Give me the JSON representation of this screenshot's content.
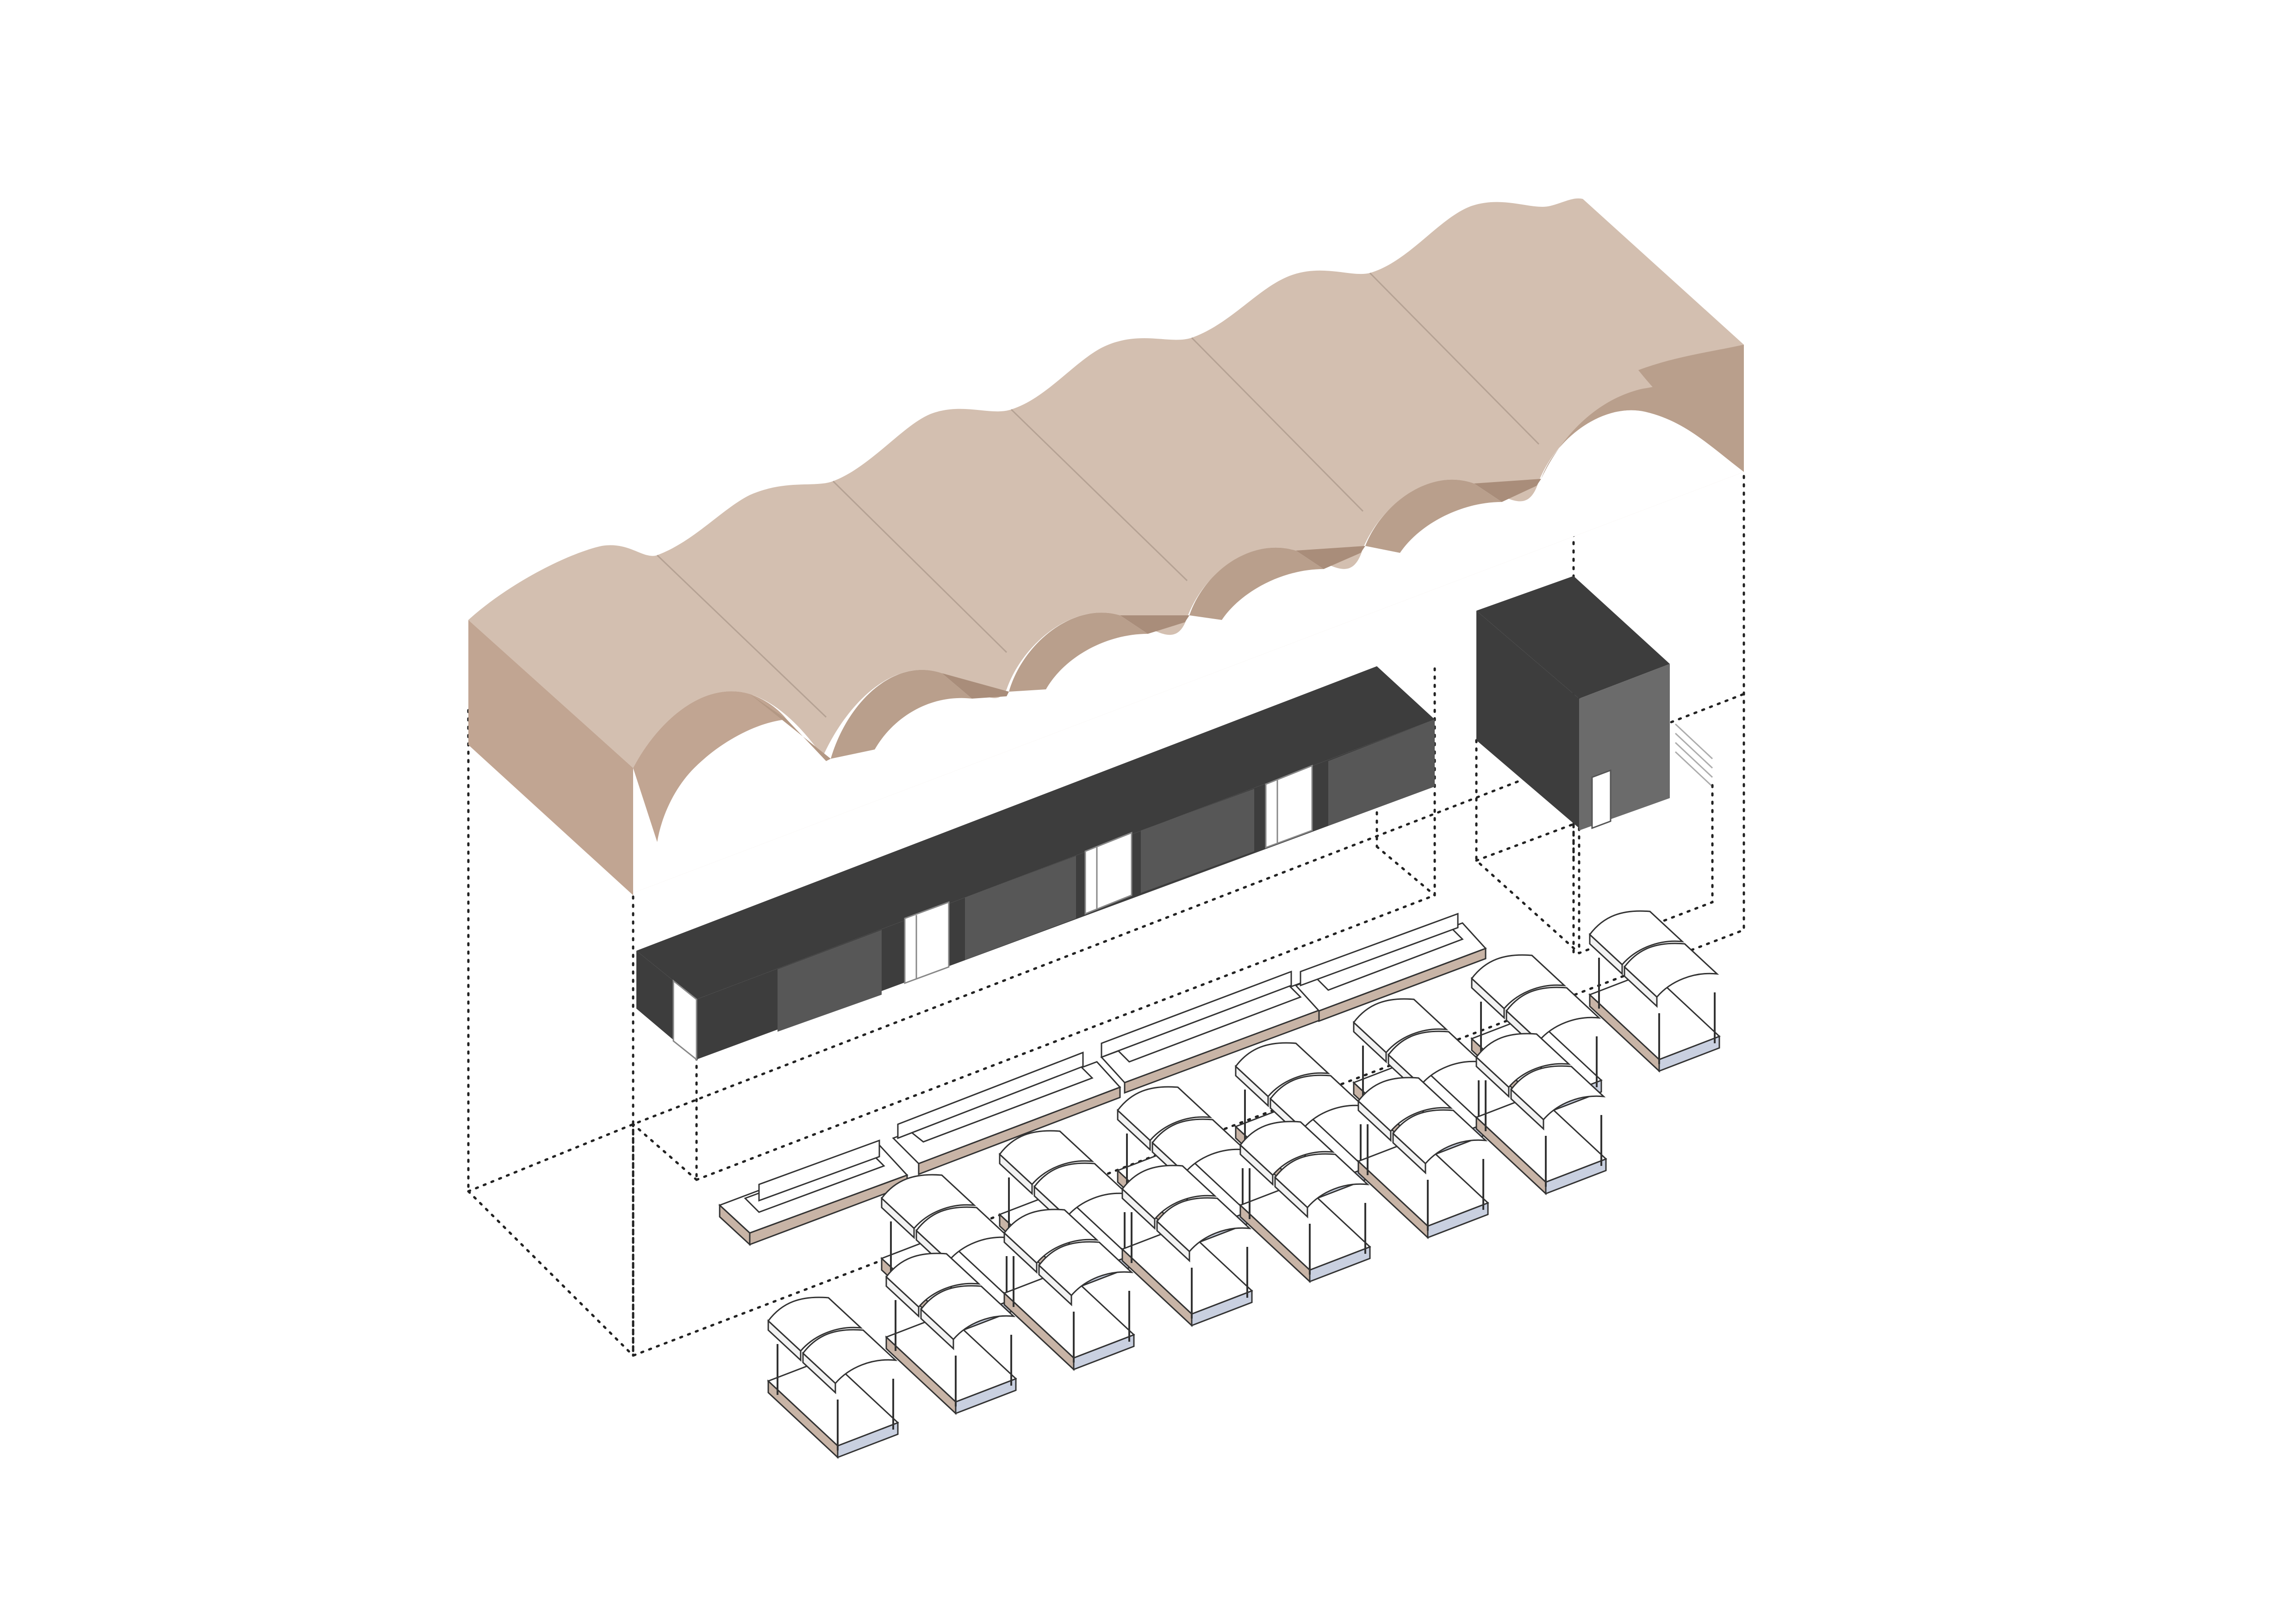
{
  "colors": {
    "background": "#ffffff",
    "roof_top": "#d3bfb0",
    "roof_front": "#c1a592",
    "roof_arch_inner": "#b99f8c",
    "roof_arch_shadow": "#a98d7a",
    "block_dark": "#3d3d3d",
    "block_panel": "#575757",
    "cube_side": "#6b6b6b",
    "line_dark": "#222222",
    "cushion": "#ffffff",
    "base_accent": "#c8b4a6",
    "base_blue": "#c9d0e0"
  },
  "components": {
    "roof": {
      "vault_count": 6,
      "form": "undulating-vault-canopy"
    },
    "service_bar": {
      "door_count": 4,
      "form": "long-dark-counter-block"
    },
    "kiosk": {
      "door_count": 1,
      "form": "dark-cube-pavilion"
    },
    "benches": {
      "count": 4,
      "form": "raised-seating-platform"
    },
    "loungers": {
      "rows": 2,
      "per_row": 7,
      "form": "sun-lounger-pairs"
    }
  },
  "projection": {
    "style": "dotted-projection-lines"
  }
}
